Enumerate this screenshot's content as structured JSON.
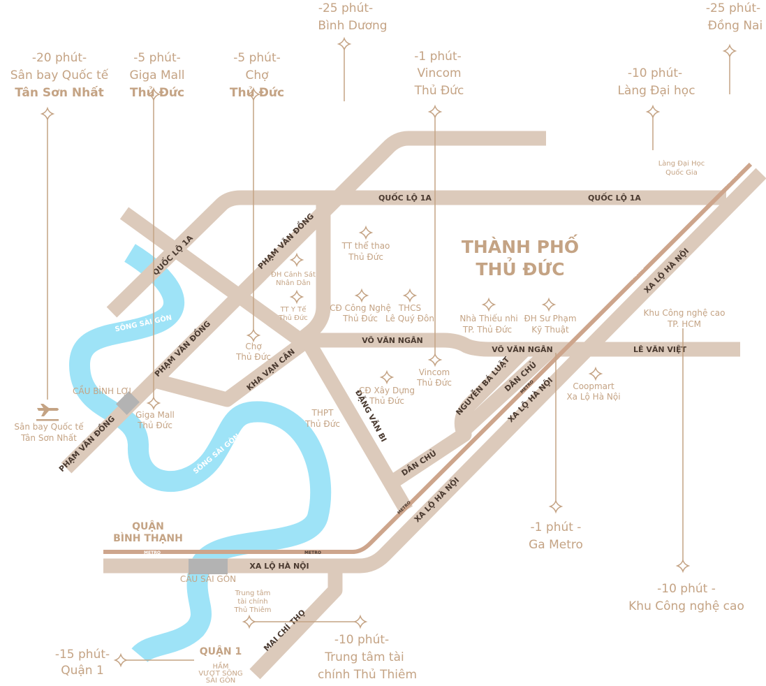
{
  "colors": {
    "road": "#dccabb",
    "river": "#9ee3f7",
    "metro": "#cda58c",
    "text": "#c4a384",
    "road_label": "#4a3a30",
    "bridge": "#b3b3b3"
  },
  "title": [
    "THÀNH PHỐ",
    "THỦ ĐỨC"
  ],
  "callouts": {
    "airport": [
      "-20 phút-",
      "Sân bay Quốc tế",
      "Tân Sơn Nhất"
    ],
    "gigamall": [
      "-5 phút-",
      "Giga Mall",
      "Thủ Đức"
    ],
    "cho": [
      "-5 phút-",
      "Chợ",
      "Thủ Đức"
    ],
    "binhduong": [
      "-25 phút-",
      "Bình Dương"
    ],
    "vincom": [
      "-1 phút-",
      "Vincom",
      "Thủ Đức"
    ],
    "dongnai": [
      "-25 phút-",
      "Đồng Nai"
    ],
    "langdaihoc": [
      "-10 phút-",
      "Làng Đại học"
    ],
    "metro": [
      "-1 phút -",
      "Ga Metro"
    ],
    "khucnc": [
      "-10 phút -",
      "Khu Công nghệ cao"
    ],
    "thuthiem": [
      "-10 phút-",
      "Trung tâm tài",
      "chính Thủ Thiêm"
    ],
    "quan1": [
      "-15 phút-",
      "Quận 1"
    ]
  },
  "places": {
    "langdhqg": [
      "Làng Đại Học",
      "Quốc Gia"
    ],
    "ttthethao": [
      "TT thể thao",
      "Thủ Đức"
    ],
    "dhcanhsat": [
      "ĐH Cảnh Sát",
      "Nhân Dân"
    ],
    "ttyte": [
      "TT Y Tế",
      "Thủ Đức"
    ],
    "cdcongnghe": [
      "CĐ Công Nghệ",
      "Thủ Đức"
    ],
    "thcs": [
      "THCS",
      "Lê Quý Đôn"
    ],
    "nhathieunhi": [
      "Nhà Thiếu nhi",
      "TP. Thủ Đức"
    ],
    "dhspkt": [
      "ĐH Sư Phạm",
      "Kỹ Thuật"
    ],
    "khucnc": [
      "Khu Công nghệ cao",
      "TP. HCM"
    ],
    "cho": [
      "Chợ",
      "Thủ Đức"
    ],
    "vincom": [
      "Vincom",
      "Thủ Đức"
    ],
    "cdxaydung": [
      "CĐ Xây Dựng",
      "Thủ Đức"
    ],
    "coopmart": [
      "Coopmart",
      "Xa Lộ Hà Nội"
    ],
    "thpt": [
      "THPT",
      "Thủ Đức"
    ],
    "gigamall": [
      "Giga Mall",
      "Thủ Đức"
    ],
    "airport": [
      "Sân bay Quốc tế",
      "Tân Sơn Nhất"
    ],
    "thuthiem": [
      "Trung tâm",
      "tài chính",
      "Thủ Thiêm"
    ],
    "ham": [
      "HẦM",
      "VƯỢT SÔNG",
      "SÀI GÒN"
    ]
  },
  "districts": {
    "binhthanh": [
      "QUẬN",
      "BÌNH THẠNH"
    ],
    "quan1": "QUẬN 1"
  },
  "bridges": {
    "binhloi": "CẦU BÌNH LỢI",
    "saigon": "CẦU SÀI GÒN"
  },
  "river": "SÔNG SÀI GÒN",
  "roads": {
    "ql1a": "QUỐC LỘ 1A",
    "pvd": "PHẠM VĂN ĐỒNG",
    "vvn": "VÕ VĂN NGÂN",
    "lvv": "LÊ VĂN VIỆT",
    "xlhn": "XA LỘ HÀ NỘI",
    "kvc": "KHA VẠN CÂN",
    "dvb": "ĐẶNG VĂN BI",
    "nbl": "NGUYỄN BÁ LUẬT",
    "danchu": "DÂN CHỦ",
    "mct": "MAI CHÍ THỌ",
    "metro": "METRO"
  }
}
